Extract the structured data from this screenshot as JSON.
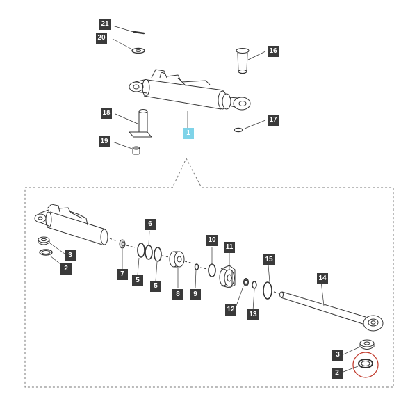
{
  "diagram": {
    "callouts": {
      "c1": "1",
      "c2a": "2",
      "c2b": "2",
      "c3a": "3",
      "c3b": "3",
      "c5a": "5",
      "c5b": "5",
      "c6": "6",
      "c7": "7",
      "c8": "8",
      "c9": "9",
      "c10": "10",
      "c11": "11",
      "c12": "12",
      "c13": "13",
      "c14": "14",
      "c15": "15",
      "c16": "16",
      "c17": "17",
      "c18": "18",
      "c19": "19",
      "c20": "20",
      "c21": "21"
    },
    "colors": {
      "label_bg": "#3a3a3a",
      "label_highlight_bg": "#7fd3e8",
      "label_text": "#ffffff",
      "line": "#333333",
      "dashed_frame": "#777777",
      "selection_circle": "#c0392b"
    }
  }
}
